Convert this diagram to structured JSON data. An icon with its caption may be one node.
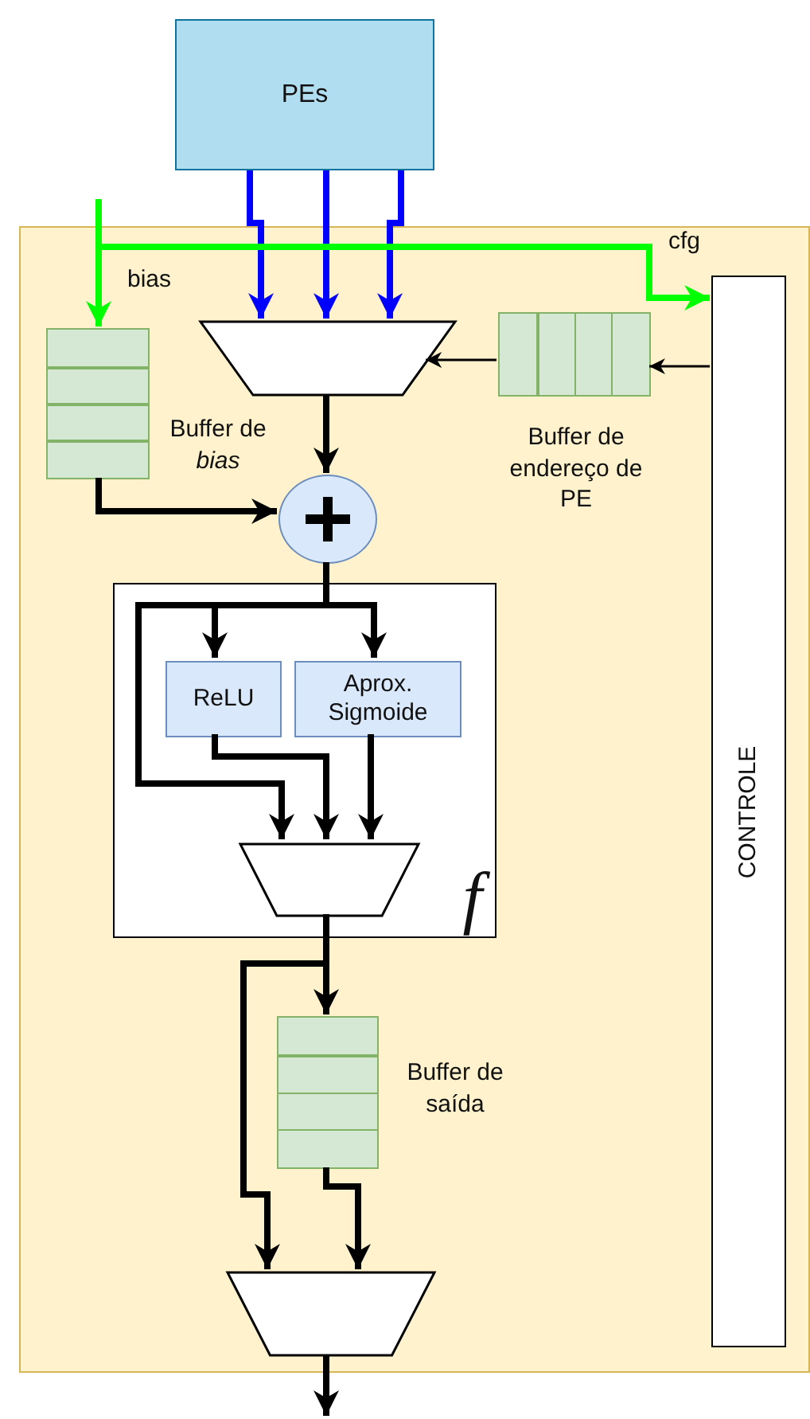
{
  "diagram": {
    "nodes": [
      {
        "text": [
          "PEs"
        ]
      },
      {
        "text": [],
        "shape": "box"
      },
      {
        "text": [],
        "shape": "trapezoid",
        "in": 1
      },
      {
        "text": [],
        "shape": "box",
        "in": 1,
        "beside": [
          "Buffer de *bias*"
        ]
      },
      {
        "text": [],
        "shape": "box",
        "in": 1,
        "beside": [
          "Buffer de endereço de PE"
        ]
      },
      {
        "text": [
          "CONTROLE"
        ],
        "in": 1
      },
      {
        "text": [],
        "shape": "circle",
        "in": 1
      },
      {
        "text": [
          "f"
        ],
        "in": 1
      },
      {
        "text": [
          "ReLU"
        ],
        "in": 7
      },
      {
        "text": [
          "Aprox. Sigmoide"
        ],
        "in": 7
      },
      {
        "text": [],
        "shape": "trapezoid",
        "in": 7
      },
      {
        "text": [],
        "shape": "box",
        "in": 1,
        "beside": [
          "Buffer de saída"
        ]
      },
      {
        "text": [],
        "shape": "trapezoid",
        "in": 1
      }
    ],
    "edges": [
      {
        "from": 0,
        "to": 2,
        "arrow": "to",
        "color": "#0000ff"
      },
      {
        "from": 0,
        "to": 2,
        "arrow": "to",
        "color": "#0000ff"
      },
      {
        "from": 0,
        "to": 2,
        "arrow": "to",
        "color": "#0000ff"
      },
      {
        "from": null,
        "to": 3,
        "arrow": "to",
        "label": "bias",
        "color": "#00ff00"
      },
      {
        "from": null,
        "to": 5,
        "arrow": "to",
        "label": "cfg",
        "color": "#00ff00"
      },
      {
        "from": 5,
        "to": 4,
        "arrow": "to"
      },
      {
        "from": 4,
        "to": 2,
        "arrow": "to"
      },
      {
        "from": 2,
        "to": 6,
        "arrow": "to"
      },
      {
        "from": 3,
        "to": 6,
        "arrow": "to"
      },
      {
        "from": 6,
        "to": 8,
        "arrow": "to"
      },
      {
        "from": 6,
        "to": 9,
        "arrow": "to"
      },
      {
        "from": 6,
        "to": 10,
        "arrow": "to"
      },
      {
        "from": 8,
        "to": 10,
        "arrow": "to"
      },
      {
        "from": 9,
        "to": 10,
        "arrow": "to"
      },
      {
        "from": 10,
        "to": 11,
        "arrow": "to"
      },
      {
        "from": 10,
        "to": 12,
        "arrow": "to"
      },
      {
        "from": 11,
        "to": 12,
        "arrow": "to"
      },
      {
        "from": 12,
        "to": null,
        "arrow": "to"
      }
    ]
  }
}
